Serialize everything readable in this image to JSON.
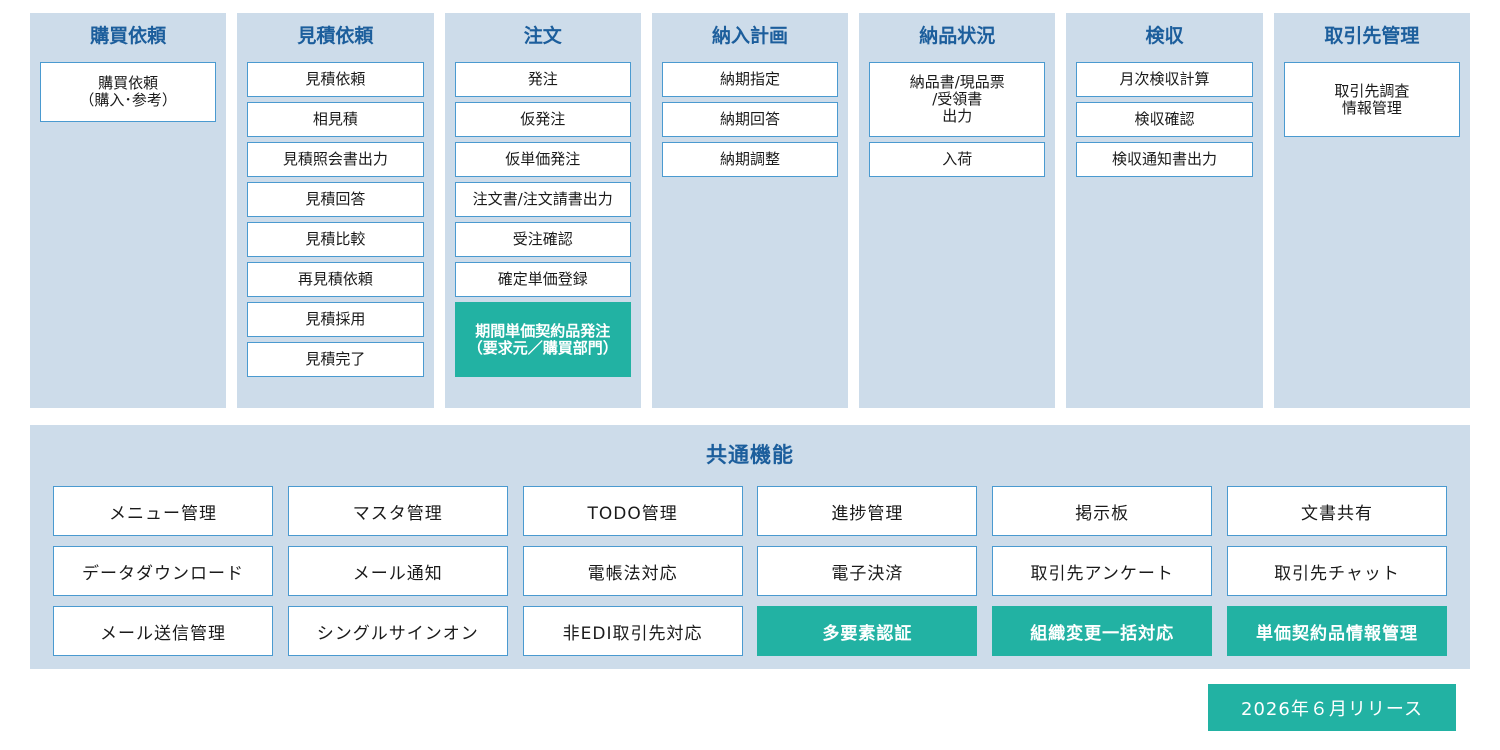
{
  "columns": [
    {
      "title": "購買依頼",
      "items": [
        {
          "label": "購買依頼\n（購入･参考）",
          "highlight": false,
          "lines": 2
        }
      ]
    },
    {
      "title": "見積依頼",
      "items": [
        {
          "label": "見積依頼",
          "highlight": false,
          "lines": 1
        },
        {
          "label": "相見積",
          "highlight": false,
          "lines": 1
        },
        {
          "label": "見積照会書出力",
          "highlight": false,
          "lines": 1
        },
        {
          "label": "見積回答",
          "highlight": false,
          "lines": 1
        },
        {
          "label": "見積比較",
          "highlight": false,
          "lines": 1
        },
        {
          "label": "再見積依頼",
          "highlight": false,
          "lines": 1
        },
        {
          "label": "見積採用",
          "highlight": false,
          "lines": 1
        },
        {
          "label": "見積完了",
          "highlight": false,
          "lines": 1
        }
      ]
    },
    {
      "title": "注文",
      "items": [
        {
          "label": "発注",
          "highlight": false,
          "lines": 1
        },
        {
          "label": "仮発注",
          "highlight": false,
          "lines": 1
        },
        {
          "label": "仮単価発注",
          "highlight": false,
          "lines": 1
        },
        {
          "label": "注文書/注文請書出力",
          "highlight": false,
          "lines": 1
        },
        {
          "label": "受注確認",
          "highlight": false,
          "lines": 1
        },
        {
          "label": "確定単価登録",
          "highlight": false,
          "lines": 1
        },
        {
          "label": "期間単価契約品発注\n（要求元／購買部門）",
          "highlight": true,
          "lines": 3
        }
      ]
    },
    {
      "title": "納入計画",
      "items": [
        {
          "label": "納期指定",
          "highlight": false,
          "lines": 1
        },
        {
          "label": "納期回答",
          "highlight": false,
          "lines": 1
        },
        {
          "label": "納期調整",
          "highlight": false,
          "lines": 1
        }
      ]
    },
    {
      "title": "納品状況",
      "items": [
        {
          "label": "納品書/現品票\n/受領書\n出力",
          "highlight": false,
          "lines": 3
        },
        {
          "label": "入荷",
          "highlight": false,
          "lines": 1
        }
      ]
    },
    {
      "title": "検収",
      "items": [
        {
          "label": "月次検収計算",
          "highlight": false,
          "lines": 1
        },
        {
          "label": "検収確認",
          "highlight": false,
          "lines": 1
        },
        {
          "label": "検収通知書出力",
          "highlight": false,
          "lines": 1
        }
      ]
    },
    {
      "title": "取引先管理",
      "items": [
        {
          "label": "取引先調査\n情報管理",
          "highlight": false,
          "lines": 3
        }
      ]
    }
  ],
  "common": {
    "title": "共通機能",
    "items": [
      {
        "label": "メニュー管理",
        "highlight": false
      },
      {
        "label": "マスタ管理",
        "highlight": false
      },
      {
        "label": "TODO管理",
        "highlight": false
      },
      {
        "label": "進捗管理",
        "highlight": false
      },
      {
        "label": "掲示板",
        "highlight": false
      },
      {
        "label": "文書共有",
        "highlight": false
      },
      {
        "label": "データダウンロード",
        "highlight": false
      },
      {
        "label": "メール通知",
        "highlight": false
      },
      {
        "label": "電帳法対応",
        "highlight": false
      },
      {
        "label": "電子決済",
        "highlight": false
      },
      {
        "label": "取引先アンケート",
        "highlight": false
      },
      {
        "label": "取引先チャット",
        "highlight": false
      },
      {
        "label": "メール送信管理",
        "highlight": false
      },
      {
        "label": "シングルサインオン",
        "highlight": false
      },
      {
        "label": "非EDI取引先対応",
        "highlight": false
      },
      {
        "label": "多要素認証",
        "highlight": true
      },
      {
        "label": "組織変更一括対応",
        "highlight": true
      },
      {
        "label": "単価契約品情報管理",
        "highlight": true
      }
    ]
  },
  "legend": {
    "label": "2026年６月リリース",
    "color": "#22b2a3"
  },
  "colors": {
    "panel": "#cddcea",
    "title": "#1c5e9c",
    "border": "#4a9ad0",
    "highlight": "#22b2a3"
  }
}
